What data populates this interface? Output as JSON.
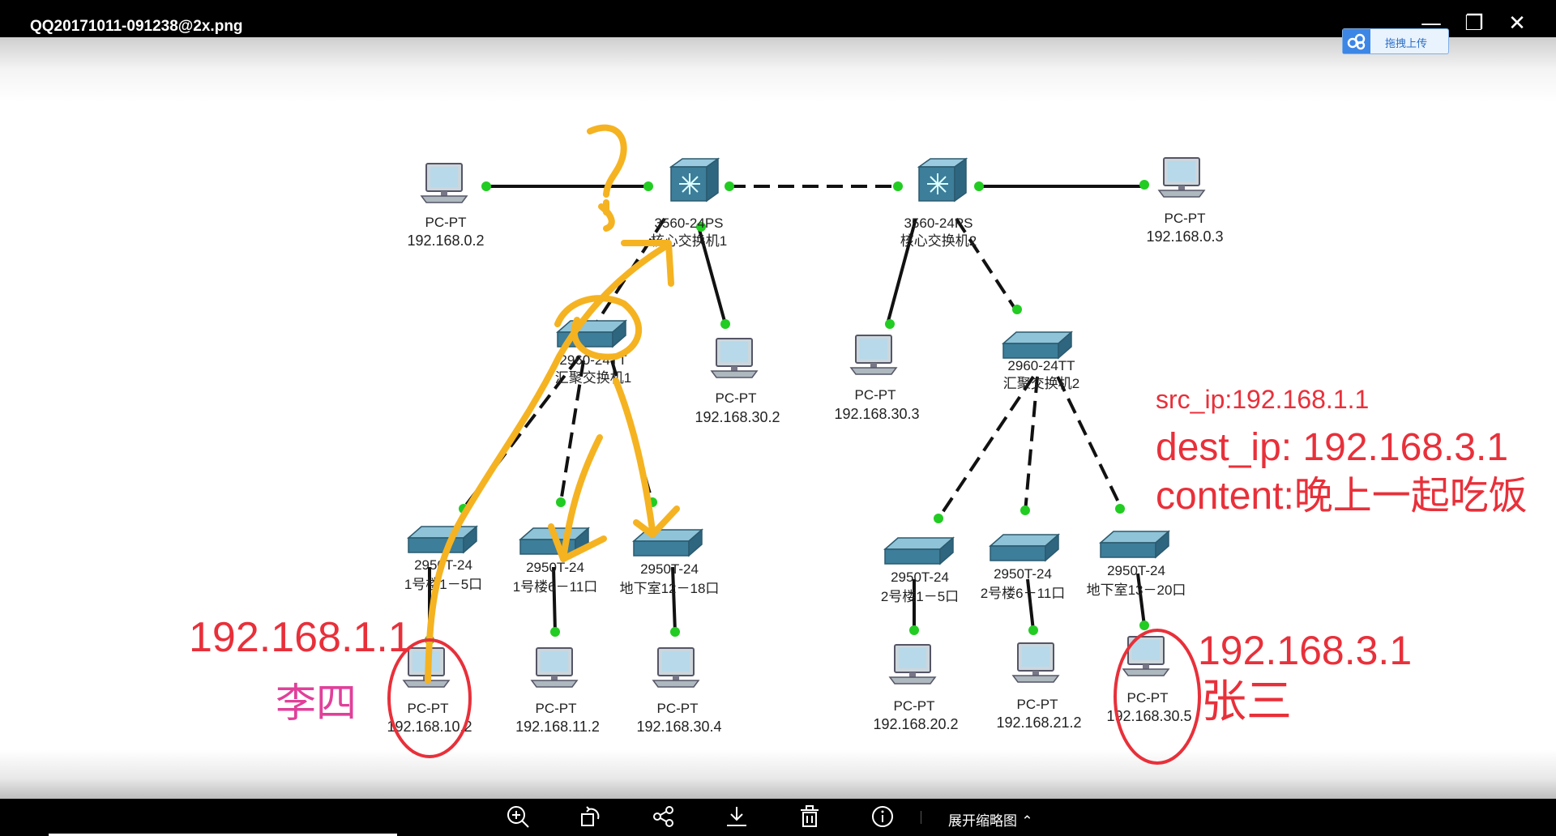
{
  "window": {
    "title": "QQ20171011-091238@2x.png",
    "minimize_glyph": "—",
    "restore_glyph": "❐",
    "close_glyph": "✕",
    "upload_label": "拖拽上传"
  },
  "diagram": {
    "core_switches": [
      {
        "model": "3560-24PS",
        "name": "核心交换机1"
      },
      {
        "model": "3560-24PS",
        "name": "核心交换机2"
      }
    ],
    "aggregation_switches": [
      {
        "model": "2960-24TT",
        "name": "汇聚交换机1"
      },
      {
        "model": "2960-24TT",
        "name": "汇聚交换机2"
      }
    ],
    "access_switches": [
      {
        "model": "2950T-24",
        "name": "1号楼1－5口"
      },
      {
        "model": "2950T-24",
        "name": "1号楼6－11口"
      },
      {
        "model": "2950T-24",
        "name": "地下室12－18口"
      },
      {
        "model": "2950T-24",
        "name": "2号楼1－5口"
      },
      {
        "model": "2950T-24",
        "name": "2号楼6－11口"
      },
      {
        "model": "2950T-24",
        "name": "地下室13－20口"
      }
    ],
    "pcs": [
      {
        "type": "PC-PT",
        "ip": "192.168.0.2"
      },
      {
        "type": "PC-PT",
        "ip": "192.168.0.3"
      },
      {
        "type": "PC-PT",
        "ip": "192.168.30.2"
      },
      {
        "type": "PC-PT",
        "ip": "192.168.30.3"
      },
      {
        "type": "PC-PT",
        "ip": "192.168.10.2"
      },
      {
        "type": "PC-PT",
        "ip": "192.168.11.2"
      },
      {
        "type": "PC-PT",
        "ip": "192.168.30.4"
      },
      {
        "type": "PC-PT",
        "ip": "192.168.20.2"
      },
      {
        "type": "PC-PT",
        "ip": "192.168.21.2"
      },
      {
        "type": "PC-PT",
        "ip": "192.168.30.5"
      }
    ]
  },
  "annotations": {
    "src_ip": "src_ip:192.168.1.1",
    "dest_ip": "dest_ip: 192.168.3.1",
    "content": "content:晚上一起吃饭",
    "left_ip": "192.168.1.1",
    "left_name": "李四",
    "right_ip": "192.168.3.1",
    "right_name": "张三",
    "question_mark": "?"
  },
  "colors": {
    "link_dot": "#22cc22",
    "red_note": "#e8303a",
    "pink_note": "#e0409a",
    "yellow_stroke": "#f5b321",
    "device_blue": "#3d7e9a"
  },
  "toolbar": {
    "icons": [
      "zoom-in-icon",
      "rotate-icon",
      "share-icon",
      "download-icon",
      "delete-icon",
      "info-icon"
    ],
    "expand_label": "展开缩略图"
  }
}
